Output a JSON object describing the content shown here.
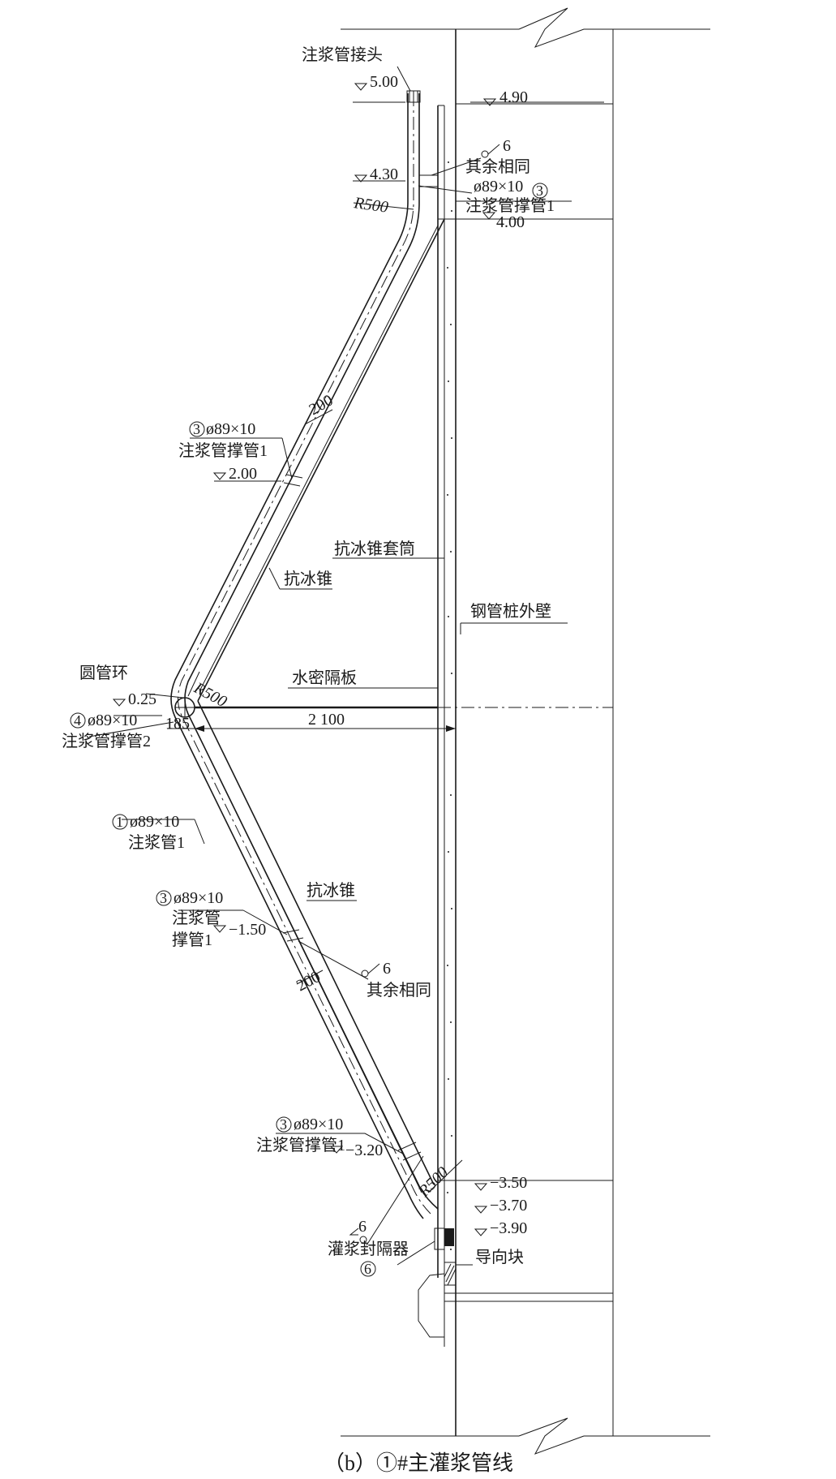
{
  "caption": "（b）①#主灌浆管线",
  "elevations": {
    "e500": "5.00",
    "e490": "4.90",
    "e430": "4.30",
    "e400": "4.00",
    "e200": "2.00",
    "e025": "0.25",
    "em150": "−1.50",
    "em320": "−3.20",
    "em350": "−3.50",
    "em370": "−3.70",
    "em390": "−3.90"
  },
  "labels": {
    "joint": "注浆管接头",
    "weld_size_top": "6",
    "rest_same_top": "其余相同",
    "spec_top": "ø89×10",
    "circle3_top": "3",
    "brace1_top": "注浆管撑管1",
    "radius_top": "R500",
    "dim_200_upper": "200",
    "circle3_upper": "3",
    "spec_upper": "ø89×10",
    "brace1_upper": "注浆管撑管1",
    "cone_upper": "抗冰锥",
    "sleeve": "抗冰锥套筒",
    "pile_wall": "钢管桩外壁",
    "ring": "圆管环",
    "radius_mid": "R500",
    "partition": "水密隔板",
    "circle4": "4",
    "spec_mid": "ø89×10",
    "brace2": "注浆管撑管2",
    "dim_185": "185",
    "dim_2100": "2 100",
    "circle1": "1",
    "spec_pipe": "ø89×10",
    "pipe1": "注浆管1",
    "cone_lower": "抗冰锥",
    "circle3_lower": "3",
    "spec_lower": "ø89×10",
    "brace_lower_a": "注浆管",
    "brace_lower_b": "撑管1",
    "weld_size_lower": "6",
    "rest_same_lower": "其余相同",
    "dim_200_lower": "200",
    "circle3_bottom": "3",
    "spec_bottom": "ø89×10",
    "brace1_bottom": "注浆管撑管1",
    "radius_bottom": "R500",
    "weld_size_bottom": "6",
    "packer": "灌浆封隔器",
    "circle6": "6",
    "guide": "导向块"
  },
  "colors": {
    "ink": "#1a1a1a",
    "background": "#ffffff"
  }
}
